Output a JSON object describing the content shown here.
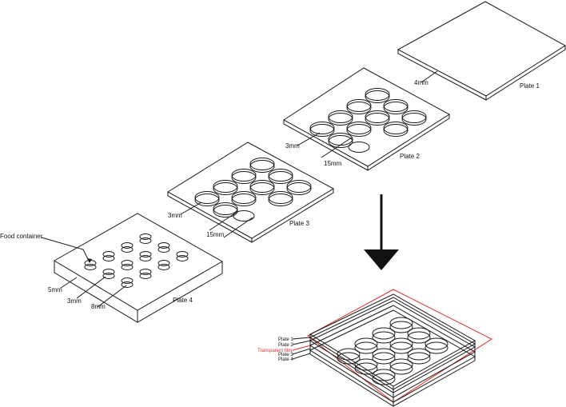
{
  "plates": {
    "plate1": {
      "label": "Plate 1",
      "dim": "4mm"
    },
    "plate2": {
      "label": "Plate 2",
      "dim_thickness": "3mm",
      "dim_hole": "15mm"
    },
    "plate3": {
      "label": "Plate 3",
      "dim_thickness": "3mm",
      "dim_hole": "15mm"
    },
    "plate4": {
      "label": "Plate 4",
      "dim_thickness": "5mm",
      "dim_depth": "3mm",
      "dim_hole": "8mm",
      "callout": "Food container"
    }
  },
  "assembly": {
    "labels": [
      "Plate 1",
      "Plate 2",
      "Transparent film",
      "Plate 3",
      "Plate 4"
    ]
  },
  "colors": {
    "line": "#1a1a1a",
    "film": "#e0312f"
  }
}
